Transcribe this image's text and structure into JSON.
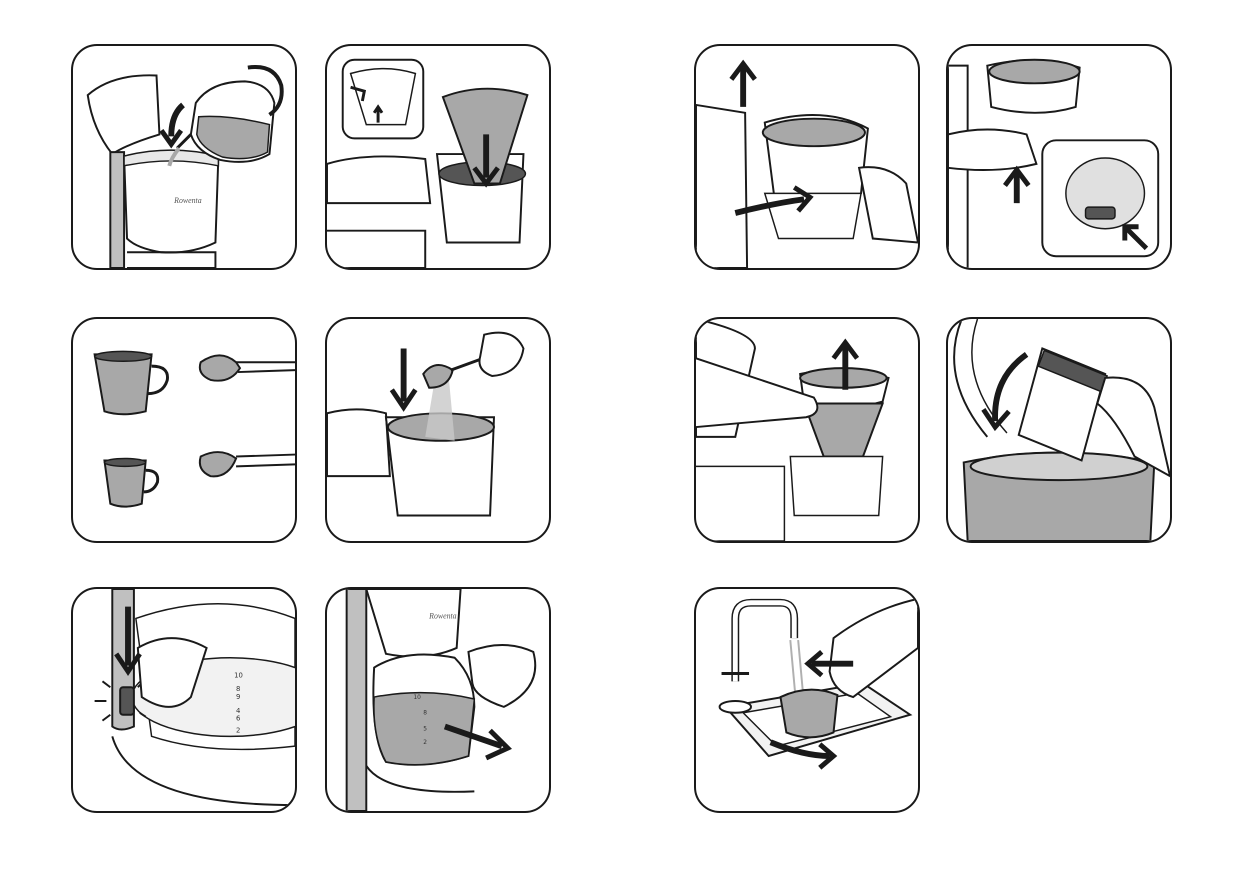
{
  "brand": {
    "name": "Rowenta"
  },
  "labels": {
    "filter_holder_mark": "Rowenta",
    "carafe_scale": [
      "10",
      "8",
      "9",
      "4",
      "6",
      "2"
    ],
    "carafe_scale_right": [
      "10",
      "8",
      "5",
      "2"
    ]
  },
  "colors": {
    "stroke": "#1a1a1a",
    "grey": "#a8a8a8",
    "light_grey": "#d9d9d9",
    "water": "#b0b0b0"
  }
}
